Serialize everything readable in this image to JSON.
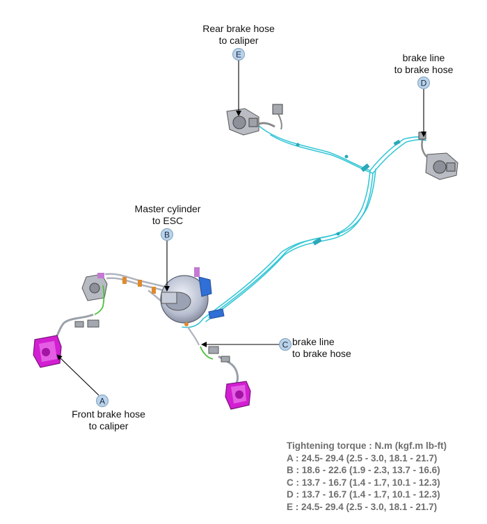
{
  "callouts": [
    {
      "id": "A",
      "lines": [
        "Front brake hose",
        "to caliper"
      ]
    },
    {
      "id": "B",
      "lines": [
        "Master cylinder",
        "to ESC"
      ]
    },
    {
      "id": "C",
      "lines": [
        "brake line",
        "to brake hose"
      ]
    },
    {
      "id": "D",
      "lines": [
        "brake line",
        "to brake hose"
      ]
    },
    {
      "id": "E",
      "lines": [
        "Rear brake hose",
        "to caliper"
      ]
    }
  ],
  "torque": {
    "title": "Tightening torque : N.m (kgf.m lb-ft)",
    "rows": [
      "A : 24.5- 29.4 (2.5 - 3.0, 18.1 - 21.7)",
      "B : 18.6 - 22.6 (1.9 - 2.3, 13.7 - 16.6)",
      "C : 13.7 - 16.7 (1.4 - 1.7, 10.1 - 12.3)",
      "D : 13.7 - 16.7 (1.4 - 1.7, 10.1 - 12.3)",
      "E : 24.5- 29.4 (2.5 - 3.0, 18.1 - 21.7)"
    ]
  },
  "colors": {
    "brake_line": "#35c6d6",
    "caliper_front": "#d21fd2",
    "hose_green": "#49c13a",
    "badge_fill": "#b9d3ea",
    "badge_stroke": "#7f9fbd",
    "torque_text": "#6e6e6e",
    "booster_blue": "#2f6fd6"
  }
}
